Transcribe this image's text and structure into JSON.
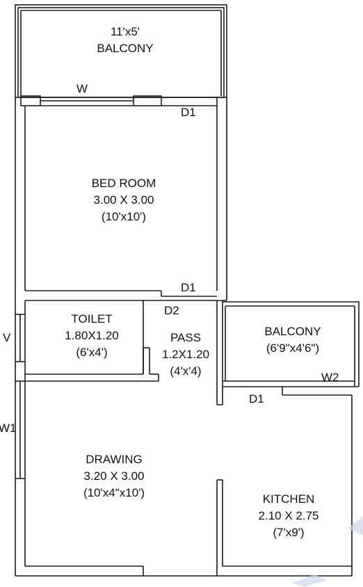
{
  "rooms": {
    "balcony_top": {
      "line1": "11'x5'",
      "line2": "BALCONY"
    },
    "bedroom": {
      "name": "BED ROOM",
      "size_m": "3.00 X 3.00",
      "size_ft": "(10'x10')"
    },
    "toilet": {
      "name": "TOILET",
      "size_m": "1.80X1.20",
      "size_ft": "(6'x4')"
    },
    "pass": {
      "name": "PASS",
      "size_m": "1.2X1.20",
      "size_ft": "(4'x'4)"
    },
    "balcony_right": {
      "name": "BALCONY",
      "size_ft": "(6'9\"x4'6\")"
    },
    "drawing": {
      "name": "DRAWING",
      "size_m": "3.20 X 3.00",
      "size_ft": "(10'x4\"x10')"
    },
    "kitchen": {
      "name": "KITCHEN",
      "size_m": "2.10 X 2.75",
      "size_ft": "(7'x9')"
    }
  },
  "tags": {
    "w_top": "W",
    "d1_bed_top": "D1",
    "d1_bed_bottom": "D1",
    "d2": "D2",
    "v_left": "V",
    "w1_left": "W1",
    "w2": "W2",
    "d1_balcony": "D1"
  }
}
